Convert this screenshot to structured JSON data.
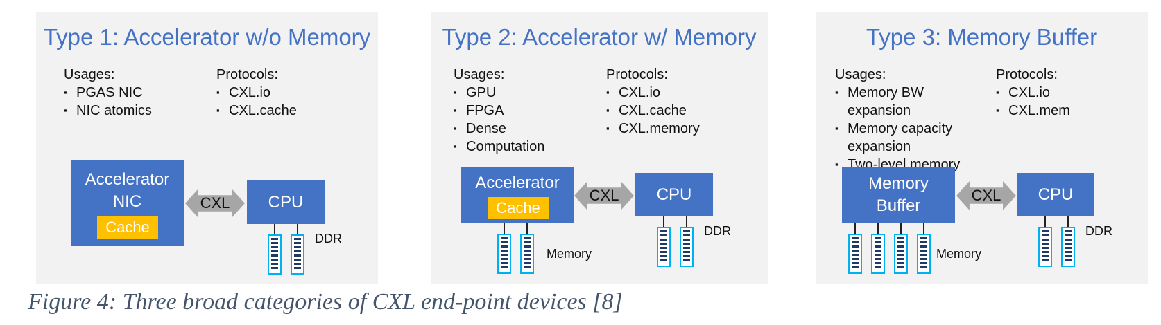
{
  "panels": [
    {
      "title": "Type 1: Accelerator w/o Memory",
      "usages_heading": "Usages:",
      "usages": [
        "PGAS NIC",
        "NIC atomics"
      ],
      "protocols_heading": "Protocols:",
      "protocols": [
        "CXL.io",
        "CXL.cache"
      ],
      "device_lines": [
        "Accelerator",
        "NIC"
      ],
      "cache_label": "Cache",
      "link_label": "CXL",
      "cpu_label": "CPU",
      "cpu_memory_label": "DDR"
    },
    {
      "title": "Type 2: Accelerator w/ Memory",
      "usages_heading": "Usages:",
      "usages": [
        "GPU",
        "FPGA",
        "Dense",
        "Computation"
      ],
      "protocols_heading": "Protocols:",
      "protocols": [
        "CXL.io",
        "CXL.cache",
        "CXL.memory"
      ],
      "device_lines": [
        "Accelerator"
      ],
      "cache_label": "Cache",
      "device_memory_label": "Memory",
      "link_label": "CXL",
      "cpu_label": "CPU",
      "cpu_memory_label": "DDR"
    },
    {
      "title": "Type 3: Memory Buffer",
      "usages_heading": "Usages:",
      "usages": [
        "Memory BW expansion",
        "Memory capacity expansion",
        "Two-level memory"
      ],
      "protocols_heading": "Protocols:",
      "protocols": [
        "CXL.io",
        "CXL.mem"
      ],
      "device_lines": [
        "Memory",
        "Buffer"
      ],
      "device_memory_label": "Memory",
      "link_label": "CXL",
      "cpu_label": "CPU",
      "cpu_memory_label": "DDR"
    }
  ],
  "caption": "Figure 4: Three broad categories of CXL end-point devices [8]",
  "colors": {
    "panel_bg": "#f2f2f2",
    "title": "#4472c4",
    "box": "#4472c4",
    "cache": "#ffc000",
    "arrow": "#a6a6a6",
    "memory_outline": "#00b0f0",
    "caption": "#44546a"
  }
}
